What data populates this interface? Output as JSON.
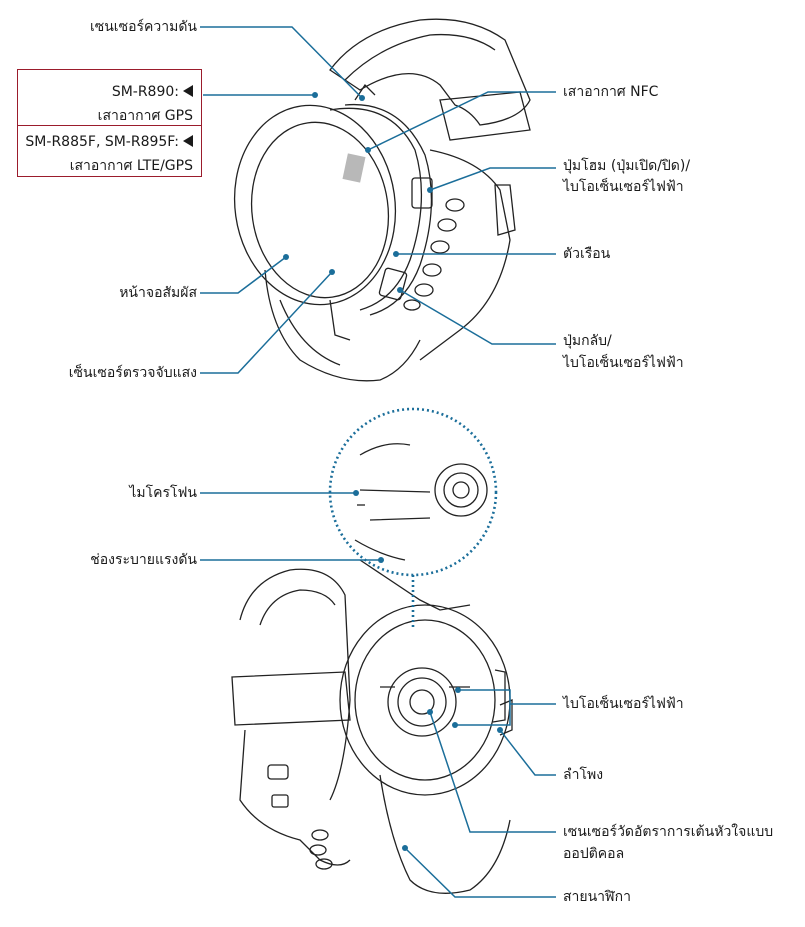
{
  "top_view": {
    "labels": {
      "pressure_sensor": "เซนเซอร์ความดัน",
      "touchscreen": "หน้าจอสัมผัส",
      "light_sensor": "เซ็นเซอร์ตรวจจับแสง",
      "nfc_antenna": "เสาอากาศ NFC",
      "home_key_line1": "ปุ่มโฮม (ปุ่มเปิด/ปิด)/",
      "home_key_line2": "ไบโอเซ็นเซอร์ไฟฟ้า",
      "case": "ตัวเรือน",
      "back_key_line1": "ปุ่มกลับ/",
      "back_key_line2": "ไบโอเซ็นเซอร์ไฟฟ้า"
    },
    "model_box": {
      "row1_model": "SM-R890:",
      "row1_text": "เสาอากาศ GPS",
      "row2_model": "SM-R885F, SM-R895F:",
      "row2_text": "เสาอากาศ LTE/GPS"
    }
  },
  "bottom_view": {
    "labels": {
      "microphone": "ไมโครโฟน",
      "pressure_vent": "ช่องระบายแรงดัน",
      "bio_sensor": "ไบโอเซ็นเซอร์ไฟฟ้า",
      "speaker": "ลำโพง",
      "heart_rate_line1": "เซนเซอร์วัดอัตราการเต้นหัวใจแบบ",
      "heart_rate_line2": "ออปติคอล",
      "strap": "สายนาฬิกา"
    }
  },
  "colors": {
    "leader": "#1b6e9a",
    "outline": "#222222",
    "model_box_border": "#9b1c2c",
    "antenna_fill": "#b8b8b8"
  }
}
